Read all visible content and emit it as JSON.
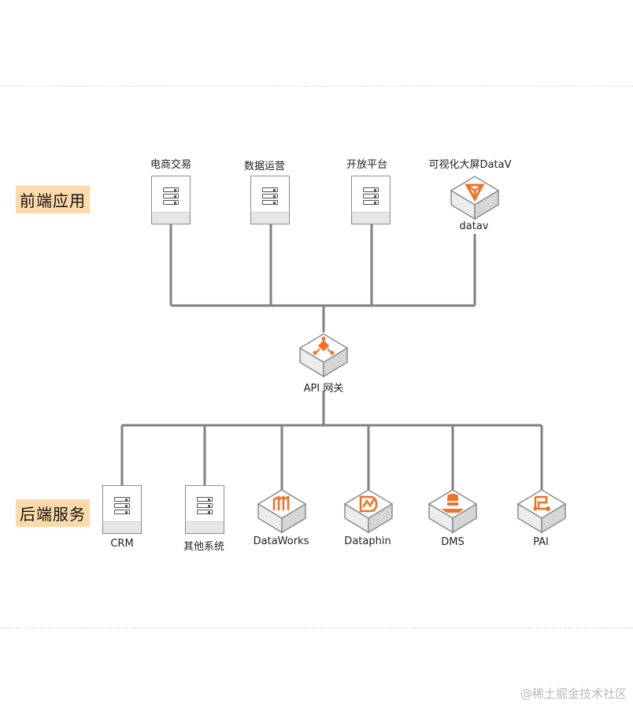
{
  "sections": {
    "frontend": "前端应用",
    "backend": "后端服务"
  },
  "frontend_nodes": [
    {
      "label": "电商交易",
      "icon": "server-icon"
    },
    {
      "label": "数据运营",
      "icon": "server-icon"
    },
    {
      "label": "开放平台",
      "icon": "server-icon"
    },
    {
      "label": "可视化大屏DataV",
      "sublabel": "datav",
      "icon": "datav-icon"
    }
  ],
  "gateway": {
    "label": "API 网关",
    "icon": "api-gateway-icon"
  },
  "backend_nodes": [
    {
      "label": "CRM",
      "icon": "server-icon"
    },
    {
      "label": "其他系统",
      "icon": "server-icon"
    },
    {
      "label": "DataWorks",
      "icon": "dataworks-icon"
    },
    {
      "label": "Dataphin",
      "icon": "dataphin-icon"
    },
    {
      "label": "DMS",
      "icon": "dms-icon"
    },
    {
      "label": "PAI",
      "icon": "pai-icon"
    }
  ],
  "colors": {
    "accent": "#f36f21",
    "line": "#808080",
    "label_bg": "#fbd9a8"
  },
  "watermark": "@稀土掘金技术社区"
}
